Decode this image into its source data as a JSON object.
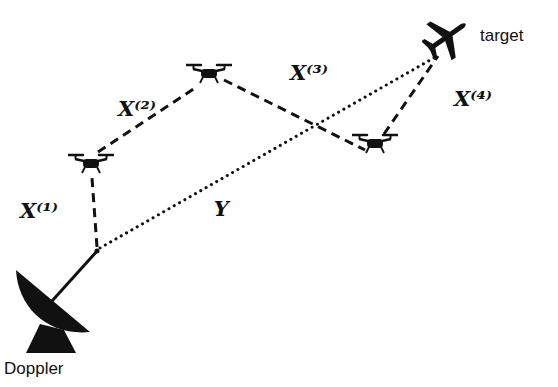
{
  "diagram": {
    "nodes": [
      {
        "text": [
          "Doppler"
        ]
      },
      {
        "text": [
          "target"
        ]
      }
    ],
    "edges": [
      {
        "from": 0,
        "to": 1,
        "arrow": "none",
        "label": "Y"
      }
    ],
    "labels": [
      "X⁽¹⁾",
      "X⁽²⁾",
      "X⁽³⁾",
      "X⁽⁴⁾"
    ]
  }
}
